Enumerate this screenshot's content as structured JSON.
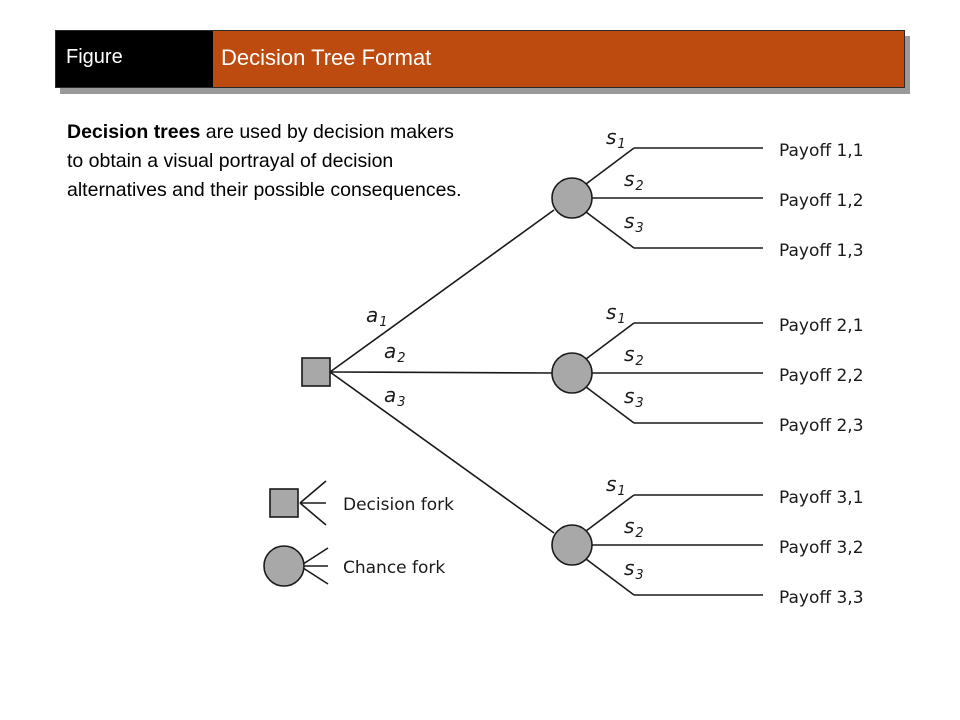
{
  "header": {
    "left_label": "Figure",
    "title": "Decision Tree Format"
  },
  "description": {
    "bold": "Decision trees",
    "rest": " are used by decision makers to obtain a visual portrayal of decision alternatives and their possible consequences."
  },
  "tree": {
    "actions": [
      {
        "letter": "a",
        "sub": "1"
      },
      {
        "letter": "a",
        "sub": "2"
      },
      {
        "letter": "a",
        "sub": "3"
      }
    ],
    "chance_nodes": [
      {
        "states": [
          {
            "letter": "s",
            "sub": "1",
            "payoff": "Payoff 1,1"
          },
          {
            "letter": "s",
            "sub": "2",
            "payoff": "Payoff 1,2"
          },
          {
            "letter": "s",
            "sub": "3",
            "payoff": "Payoff 1,3"
          }
        ]
      },
      {
        "states": [
          {
            "letter": "s",
            "sub": "1",
            "payoff": "Payoff 2,1"
          },
          {
            "letter": "s",
            "sub": "2",
            "payoff": "Payoff 2,2"
          },
          {
            "letter": "s",
            "sub": "3",
            "payoff": "Payoff 2,3"
          }
        ]
      },
      {
        "states": [
          {
            "letter": "s",
            "sub": "1",
            "payoff": "Payoff 3,1"
          },
          {
            "letter": "s",
            "sub": "2",
            "payoff": "Payoff 3,2"
          },
          {
            "letter": "s",
            "sub": "3",
            "payoff": "Payoff 3,3"
          }
        ]
      }
    ]
  },
  "legend": {
    "decision_label": "Decision fork",
    "chance_label": "Chance fork"
  },
  "colors": {
    "title_left_bg": "#000000",
    "title_right_bg": "#bd4b0f",
    "node_fill": "#a8a8a8"
  }
}
